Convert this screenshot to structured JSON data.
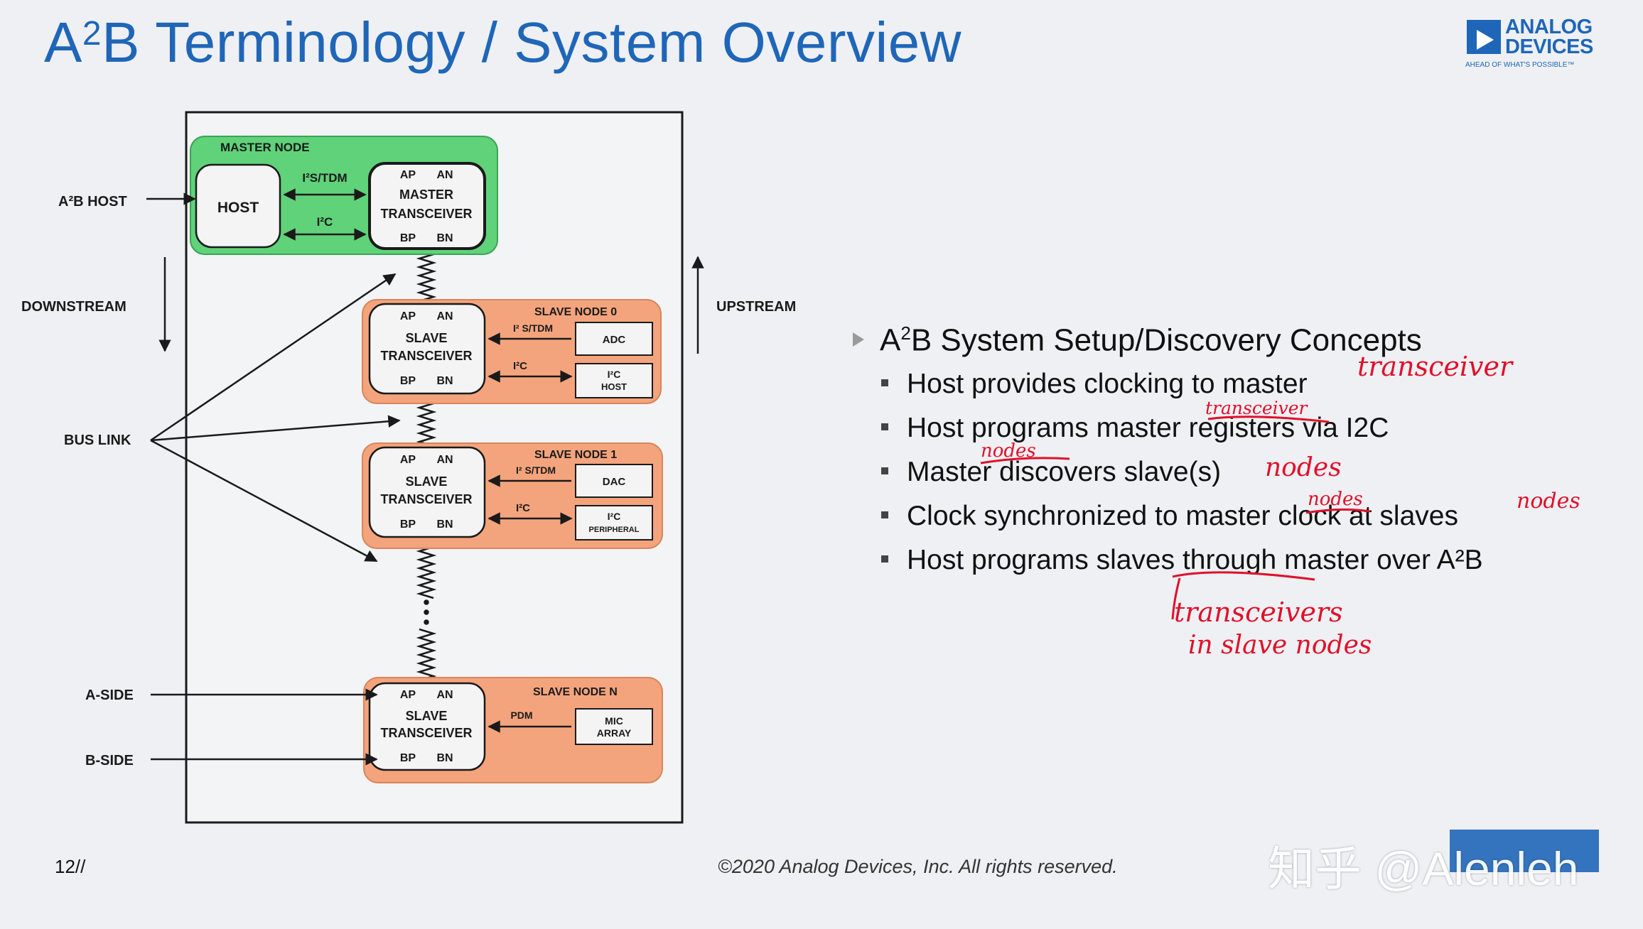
{
  "slide": {
    "title_main": "A",
    "title_sup": "2",
    "title_rest": "B Terminology / System Overview",
    "logo": {
      "line1": "ANALOG",
      "line2": "DEVICES",
      "tagline": "AHEAD OF WHAT'S POSSIBLE™"
    },
    "page_number": "12//",
    "copyright": "©2020 Analog Devices, Inc. All rights reserved.",
    "watermark": "知乎 @Alenleh",
    "colors": {
      "title": "#1f66b8",
      "master_node": "#5fd27a",
      "slave_node": "#f4a47c",
      "ink": "#e0102a"
    }
  },
  "diagram": {
    "master_node": {
      "label": "MASTER NODE",
      "host": "HOST",
      "i2s_link": "I²S/TDM",
      "i2c_link": "I²C",
      "transceiver": [
        "AP",
        "AN",
        "MASTER",
        "TRANSCEIVER",
        "BP",
        "BN"
      ]
    },
    "slave_node_0": {
      "label": "SLAVE NODE 0",
      "transceiver": [
        "AP",
        "AN",
        "SLAVE",
        "TRANSCEIVER",
        "BP",
        "BN"
      ],
      "i2s_link": "I² S/TDM",
      "i2c_link": "I²C",
      "device1": "ADC",
      "device2_line1": "I²C",
      "device2_line2": "HOST"
    },
    "slave_node_1": {
      "label": "SLAVE NODE 1",
      "transceiver": [
        "AP",
        "AN",
        "SLAVE",
        "TRANSCEIVER",
        "BP",
        "BN"
      ],
      "i2s_link": "I² S/TDM",
      "i2c_link": "I²C",
      "device1": "DAC",
      "device2_line1": "I²C",
      "device2_line2": "PERIPHERAL"
    },
    "slave_node_n": {
      "label": "SLAVE NODE N",
      "transceiver": [
        "AP",
        "AN",
        "SLAVE",
        "TRANSCEIVER",
        "BP",
        "BN"
      ],
      "pdm_link": "PDM",
      "device1_line1": "MIC",
      "device1_line2": "ARRAY"
    },
    "side_labels": {
      "a2b_host": "A²B HOST",
      "downstream": "DOWNSTREAM",
      "upstream": "UPSTREAM",
      "bus_link": "BUS LINK",
      "a_side": "A-SIDE",
      "b_side": "B-SIDE"
    }
  },
  "concepts": {
    "heading_pre": "A",
    "heading_sup": "2",
    "heading_post": "B System Setup/Discovery Concepts",
    "items": [
      "Host provides clocking to master",
      "Host programs master registers via I2C",
      "Master discovers slave(s)",
      "Clock synchronized to master clock at slaves",
      "Host programs slaves through master over A²B"
    ]
  },
  "annotations": {
    "a1": "transceiver",
    "a2": "transceiver",
    "a3": "nodes",
    "a4": "nodes",
    "a5": "nodes",
    "a6": "nodes",
    "a7_line1": "transceivers",
    "a7_line2": "in slave nodes"
  }
}
